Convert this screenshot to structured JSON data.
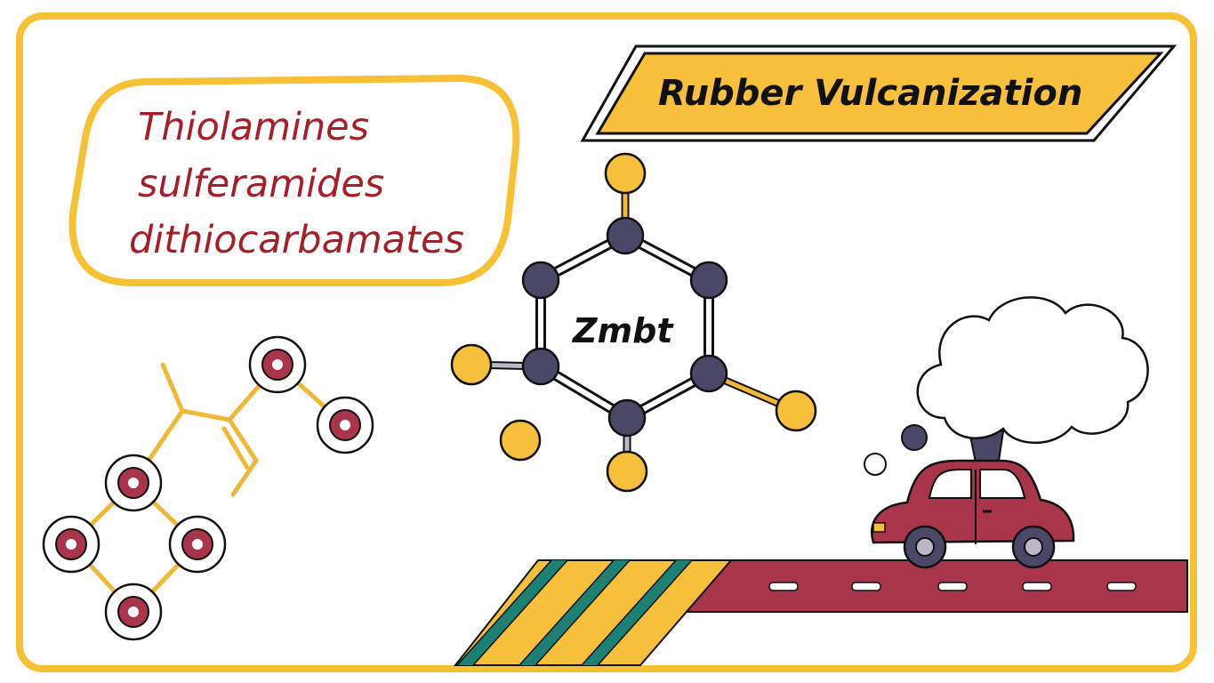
{
  "banner": {
    "title": "Rubber Vulcanization"
  },
  "bubble": {
    "lines": [
      "Thiolamines",
      "sulferamides",
      "dithiocarbamates"
    ]
  },
  "molecule": {
    "label": "Zmbt"
  },
  "icons": {
    "molecule_left": "molecule-chain-icon",
    "molecule_center": "hexagon-molecule-icon",
    "car": "car-icon",
    "cloud": "smoke-cloud-icon",
    "road": "road-icon"
  },
  "colors": {
    "frame": "#f7c136",
    "accent_yellow": "#f6c03c",
    "dark_red": "#a51f2b",
    "road_red": "#a8354a",
    "atom_dark": "#4b4766",
    "stripe_teal": "#1c8072",
    "ink": "#111111"
  }
}
